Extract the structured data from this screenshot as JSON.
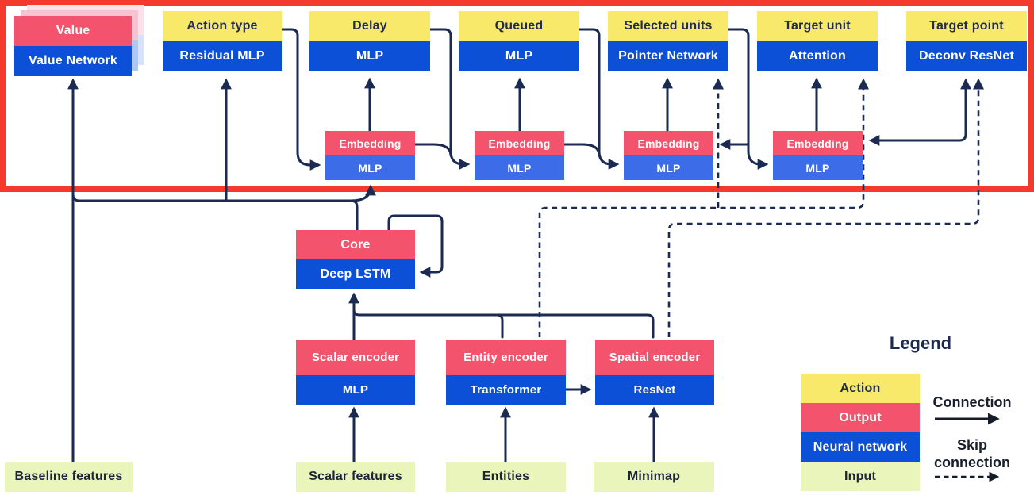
{
  "nodes": {
    "value": {
      "top": "Value",
      "bottom": "Value Network"
    },
    "action_type": {
      "top": "Action type",
      "bottom": "Residual MLP"
    },
    "delay": {
      "top": "Delay",
      "bottom": "MLP"
    },
    "queued": {
      "top": "Queued",
      "bottom": "MLP"
    },
    "selected_units": {
      "top": "Selected units",
      "bottom": "Pointer Network"
    },
    "target_unit": {
      "top": "Target unit",
      "bottom": "Attention"
    },
    "target_point": {
      "top": "Target point",
      "bottom": "Deconv ResNet"
    },
    "embedding1": {
      "top": "Embedding",
      "bottom": "MLP"
    },
    "embedding2": {
      "top": "Embedding",
      "bottom": "MLP"
    },
    "embedding3": {
      "top": "Embedding",
      "bottom": "MLP"
    },
    "embedding4": {
      "top": "Embedding",
      "bottom": "MLP"
    },
    "core": {
      "top": "Core",
      "bottom": "Deep LSTM"
    },
    "scalar_encoder": {
      "top": "Scalar encoder",
      "bottom": "MLP"
    },
    "entity_encoder": {
      "top": "Entity encoder",
      "bottom": "Transformer"
    },
    "spatial_encoder": {
      "top": "Spatial encoder",
      "bottom": "ResNet"
    }
  },
  "inputs": {
    "baseline": "Baseline features",
    "scalar": "Scalar features",
    "entities": "Entities",
    "minimap": "Minimap"
  },
  "legend": {
    "title": "Legend",
    "items": [
      {
        "label": "Action",
        "color": "#F8E96A"
      },
      {
        "label": "Output",
        "color": "#F4536D"
      },
      {
        "label": "Neural network",
        "color": "#0D50D8"
      },
      {
        "label": "Input",
        "color": "#E9F5BB"
      }
    ],
    "connection_label": "Connection",
    "skip_connection_label": "Skip connection"
  },
  "colors": {
    "action_yellow": "#F8E96A",
    "output_pink": "#F4536D",
    "network_blue": "#0D50D8",
    "embedding_network_blue": "#3D6CE9",
    "input_green": "#E9F5BB",
    "highlight_red_border": "#F43A2C",
    "connector_navy": "#1B2A52"
  }
}
